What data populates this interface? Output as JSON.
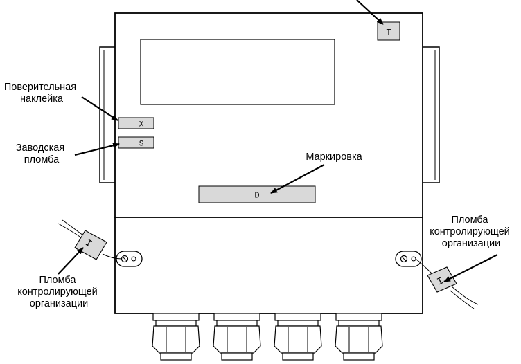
{
  "labels": {
    "verification_sticker": [
      "Поверительная",
      "наклейка"
    ],
    "factory_seal": [
      "Заводская",
      "пломба"
    ],
    "marking": "Маркировка",
    "control_seal_left": [
      "Пломба",
      "контролирующей",
      "организации"
    ],
    "control_seal_right": [
      "Пломба",
      "контролирующей",
      "организации"
    ]
  },
  "plates": {
    "x": "X",
    "s": "S",
    "d": "D",
    "t": "T",
    "seal_left": "I",
    "seal_right": "I"
  },
  "colors": {
    "plate_fill": "#d9d9d9",
    "line": "#000000"
  }
}
